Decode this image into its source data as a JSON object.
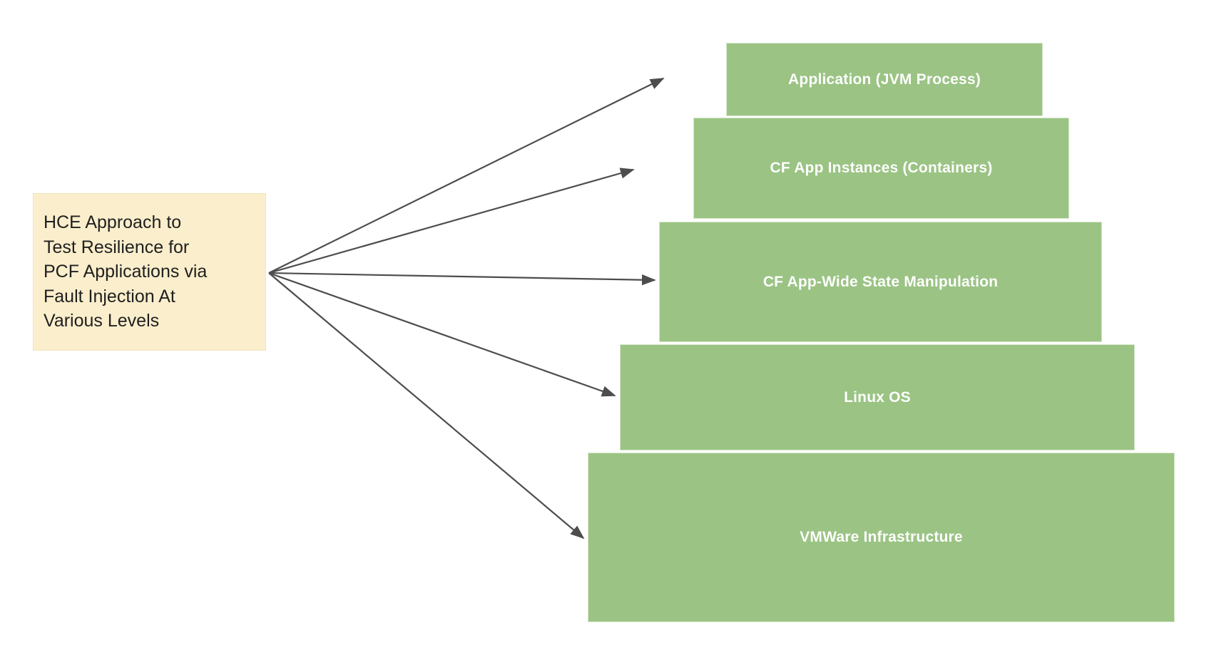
{
  "diagram": {
    "title": "HCE Approach to Test Resilience for PCF Applications via Fault Injection At Various Levels",
    "background_color": "#ffffff",
    "source_node": {
      "text": "HCE Approach to\nTest Resilience for\nPCF Applications via\nFault Injection At\nVarious Levels",
      "fill_color": "#fbeecc",
      "border_color": "#f2e4c0",
      "text_color": "#202020"
    },
    "layer_fill_color": "#9bc484",
    "layer_border_color": "#d8e8cd",
    "layer_text_color": "#ffffff",
    "arrow_color": "#4d4d4d",
    "layers": [
      {
        "label": "Application (JVM Process)"
      },
      {
        "label": "CF App Instances (Containers)"
      },
      {
        "label": "CF App-Wide State Manipulation"
      },
      {
        "label": "Linux OS"
      },
      {
        "label": "VMWare Infrastructure"
      }
    ]
  }
}
